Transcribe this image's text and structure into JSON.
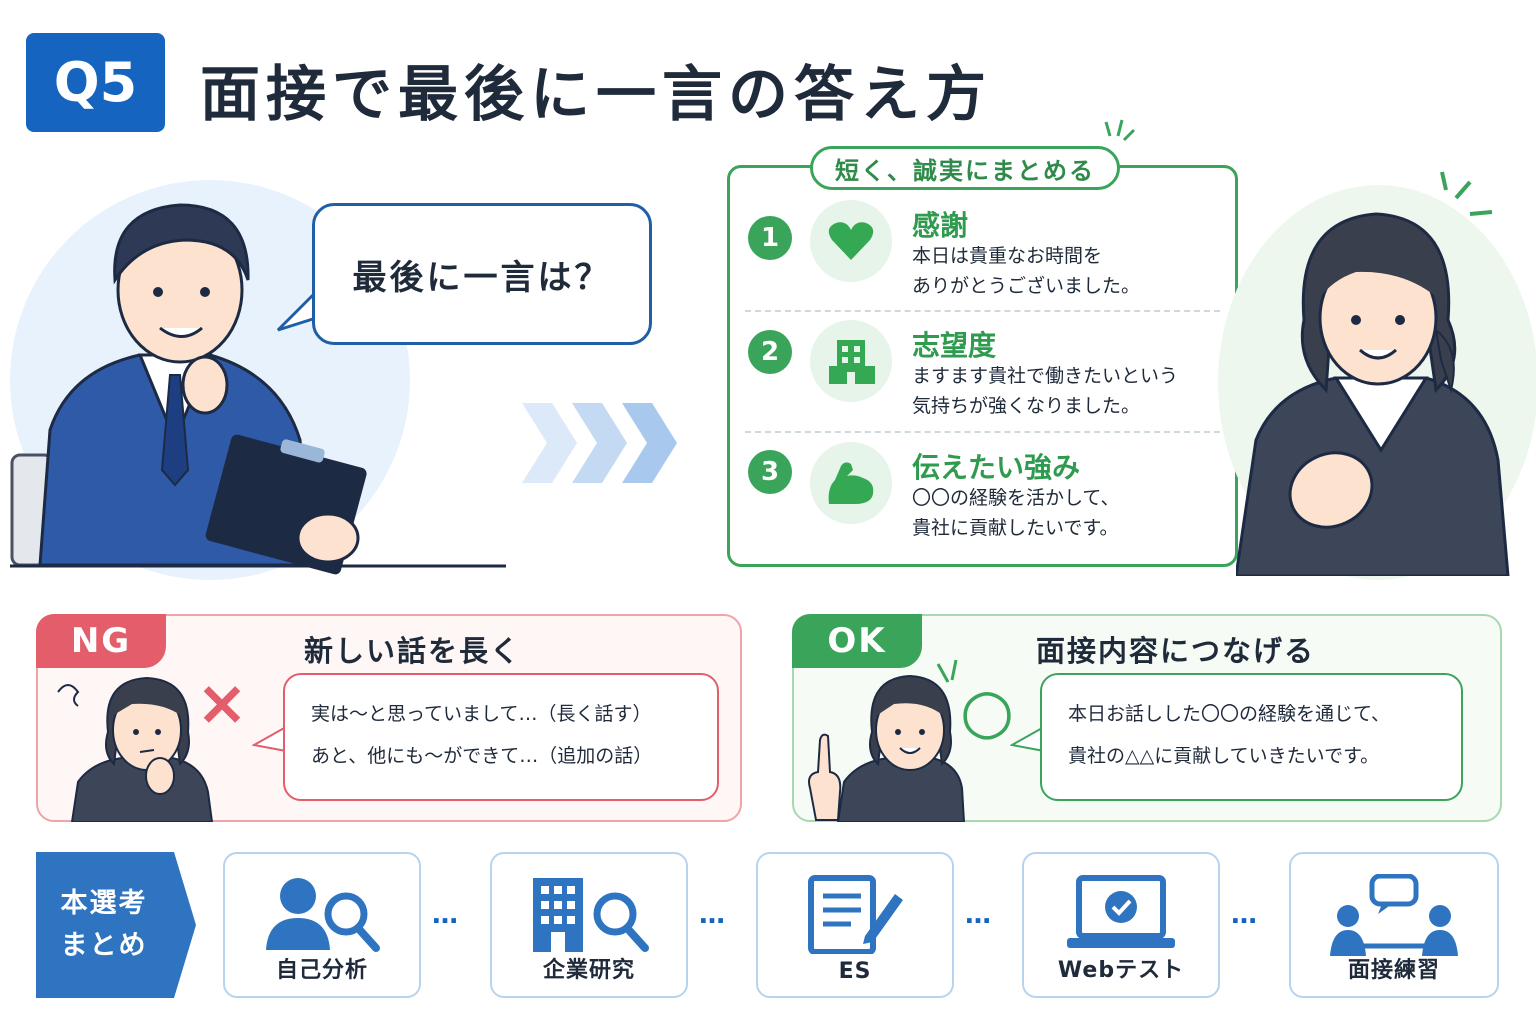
{
  "header": {
    "badge": "Q5",
    "title": "面接で最後に一言の答え方"
  },
  "interviewer": {
    "question": "最後に一言は？"
  },
  "tips": {
    "header": "短く、誠実にまとめる",
    "items": [
      {
        "number": "1",
        "title": "感謝",
        "icon": "heart-icon",
        "lines": [
          "本日は貴重なお時間を",
          "ありがとうございました。"
        ]
      },
      {
        "number": "2",
        "title": "志望度",
        "icon": "building-icon",
        "lines": [
          "ますます貴社で働きたいという",
          "気持ちが強くなりました。"
        ]
      },
      {
        "number": "3",
        "title": "伝えたい強み",
        "icon": "flexed-arm-icon",
        "lines": [
          "〇〇の経験を活かして、",
          "貴社に貢献したいです。"
        ]
      }
    ]
  },
  "ng": {
    "tag": "NG",
    "heading": "新しい話を長く",
    "mark": "×",
    "lines": [
      "実は〜と思っていまして…（長く話す）",
      "あと、他にも〜ができて…（追加の話）"
    ]
  },
  "ok": {
    "tag": "OK",
    "heading": "面接内容につなげる",
    "mark": "○",
    "lines": [
      "本日お話しした〇〇の経験を通じて、",
      "貴社の△△に貢献していきたいです。"
    ]
  },
  "summary": {
    "tag_line1": "本選考",
    "tag_line2": "まとめ",
    "steps": [
      {
        "label": "自己分析",
        "icon": "person-search-icon"
      },
      {
        "label": "企業研究",
        "icon": "building-search-icon"
      },
      {
        "label": "ES",
        "icon": "document-edit-icon"
      },
      {
        "label": "Webテスト",
        "icon": "laptop-check-icon"
      },
      {
        "label": "面接練習",
        "icon": "interview-icon"
      }
    ],
    "separator": "…"
  },
  "colors": {
    "primary_blue": "#1565c0",
    "green": "#3aa55a",
    "red": "#e35d6a"
  }
}
